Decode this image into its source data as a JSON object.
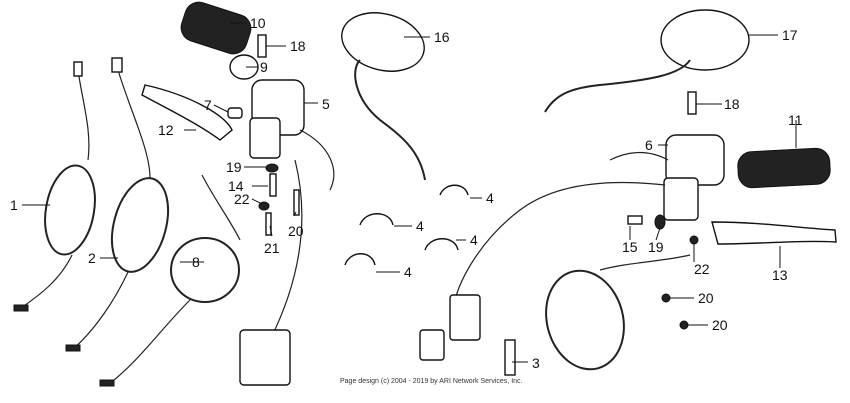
{
  "diagram": {
    "callouts": [
      {
        "id": "c1",
        "text": "1"
      },
      {
        "id": "c2",
        "text": "2"
      },
      {
        "id": "c3",
        "text": "3"
      },
      {
        "id": "c4a",
        "text": "4"
      },
      {
        "id": "c4b",
        "text": "4"
      },
      {
        "id": "c4c",
        "text": "4"
      },
      {
        "id": "c4d",
        "text": "4"
      },
      {
        "id": "c5",
        "text": "5"
      },
      {
        "id": "c6",
        "text": "6"
      },
      {
        "id": "c7",
        "text": "7"
      },
      {
        "id": "c8",
        "text": "8"
      },
      {
        "id": "c9",
        "text": "9"
      },
      {
        "id": "c10",
        "text": "10"
      },
      {
        "id": "c11",
        "text": "11"
      },
      {
        "id": "c12",
        "text": "12"
      },
      {
        "id": "c13",
        "text": "13"
      },
      {
        "id": "c14",
        "text": "14"
      },
      {
        "id": "c15",
        "text": "15"
      },
      {
        "id": "c16",
        "text": "16"
      },
      {
        "id": "c17",
        "text": "17"
      },
      {
        "id": "c18a",
        "text": "18"
      },
      {
        "id": "c18b",
        "text": "18"
      },
      {
        "id": "c19a",
        "text": "19"
      },
      {
        "id": "c19b",
        "text": "19"
      },
      {
        "id": "c20a",
        "text": "20"
      },
      {
        "id": "c20b",
        "text": "20"
      },
      {
        "id": "c20c",
        "text": "20"
      },
      {
        "id": "c21",
        "text": "21"
      },
      {
        "id": "c22a",
        "text": "22"
      },
      {
        "id": "c22b",
        "text": "22"
      }
    ],
    "footer": "Page design (c) 2004 - 2019 by ARI Network Services, Inc."
  }
}
